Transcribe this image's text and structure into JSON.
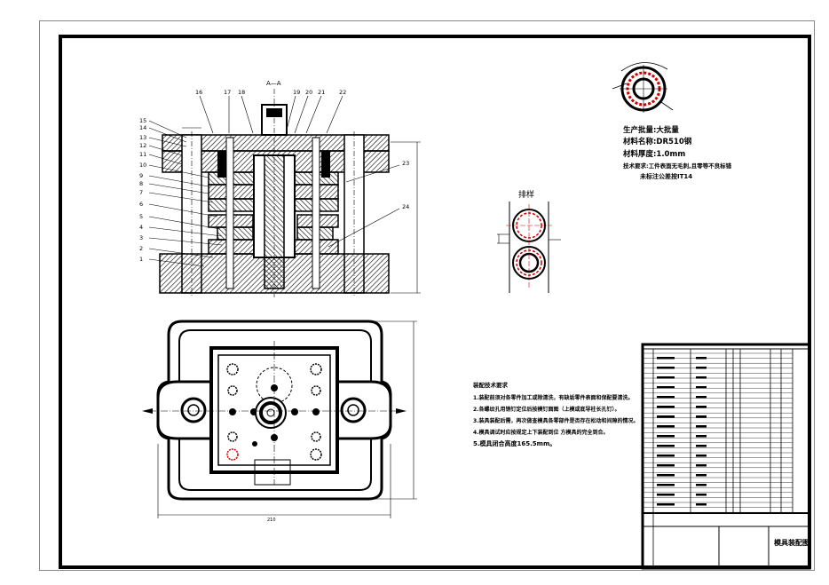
{
  "section_label": "A—A",
  "part_numbers_left": [
    "15",
    "14",
    "13",
    "12",
    "11",
    "10",
    "9",
    "8",
    "7",
    "6",
    "5",
    "4",
    "3",
    "2",
    "1"
  ],
  "part_numbers_top": [
    "16",
    "17",
    "18",
    "19",
    "20",
    "21",
    "22"
  ],
  "part_numbers_right": [
    "23",
    "24"
  ],
  "strip_label": "排样",
  "spec": {
    "line1": "生产批量:大批量",
    "line2": "材料名称:DR510钢",
    "line3": "材料厚度:1.0mm",
    "line4": "技术要求:工件表面无毛刺,且零等不良标错",
    "line5": "未标注公差按IT14"
  },
  "notes": {
    "title": "装配技术要求",
    "items": [
      "1.装配前须对各零件加工或除清洗，有缺垢零件表面和保配要清洗。",
      "2.各螺纹孔用销钉定位后按模钉面图（上模或底导柱长孔钉）。",
      "3.装具装配后需，再次做查模具各零部件是否存在松动和间隙的情况。",
      "4.模具调试时应按规定上下装配到位 方模具的完全到合。",
      "5.模具闭合高度165.5mm。"
    ]
  },
  "dimension_bottom": "210",
  "title_block": {
    "drawing_name": "模具装配图"
  }
}
